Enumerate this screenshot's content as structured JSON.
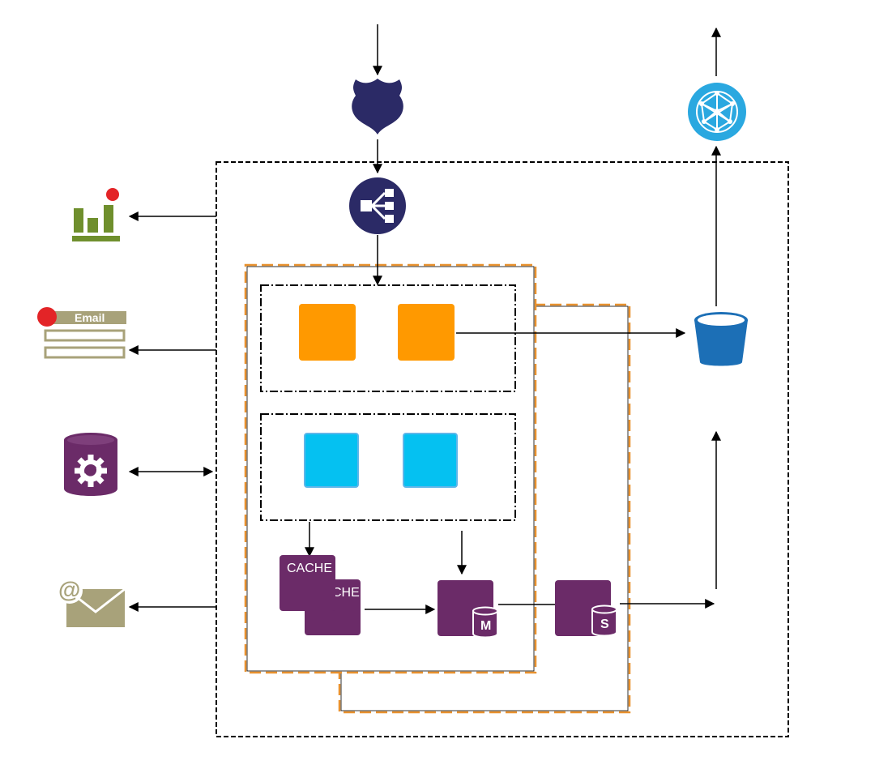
{
  "colors": {
    "navy": "#2b2a66",
    "orange": "#ff9900",
    "cyan": "#05c1f1",
    "purple": "#6b2b68",
    "blue_bucket": "#1c6fb6",
    "sky": "#2aa8e0",
    "olive": "#6f8f2d",
    "khaki": "#a8a27a",
    "alert_red": "#e32427",
    "dash_orange": "#e8912f"
  },
  "icons": {
    "shield": "route53-shield-icon",
    "load_balancer": "load-balancer-icon",
    "globe": "internet-globe-icon",
    "bucket": "storage-bucket-icon",
    "metrics": "metrics-alarm-icon",
    "email_form": "email-notification-icon",
    "database": "database-gear-icon",
    "mail": "at-mail-icon"
  },
  "labels": {
    "email": "Email",
    "cache_front": "CACHE",
    "cache_back": "CHE",
    "master": "M",
    "slave": "S",
    "at": "@"
  }
}
